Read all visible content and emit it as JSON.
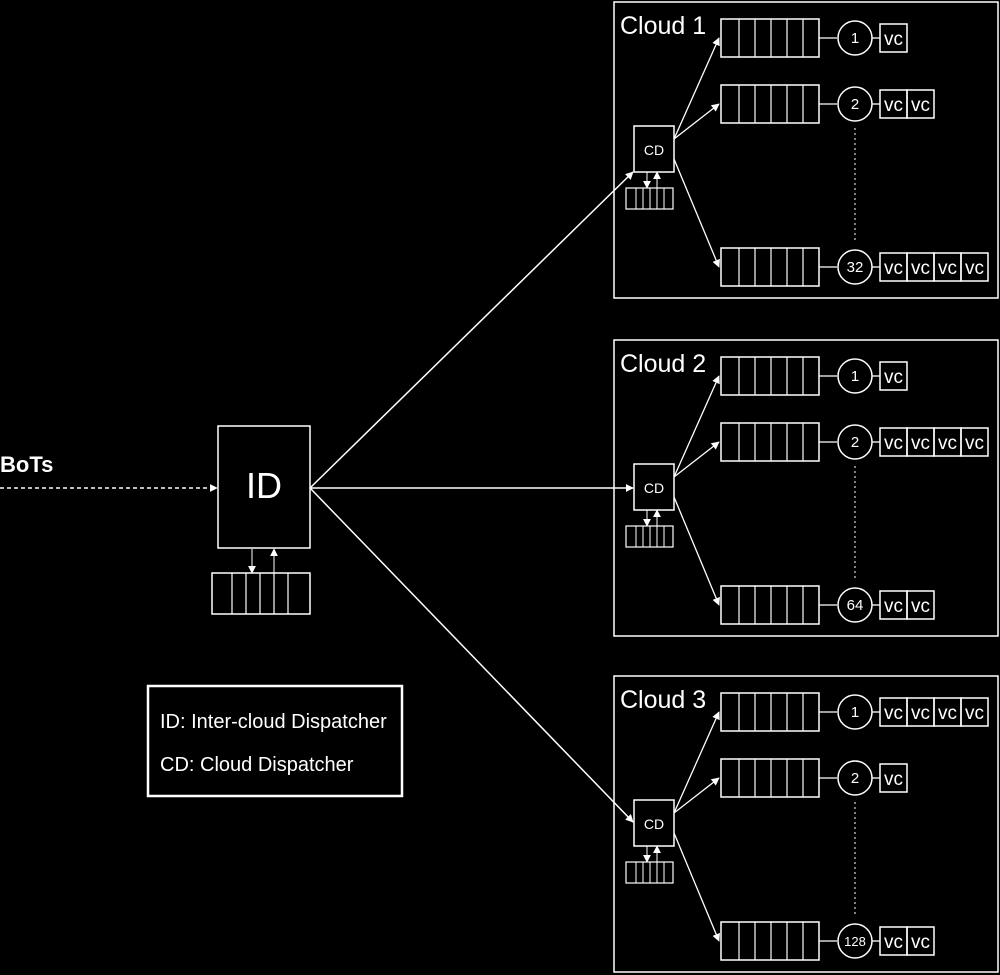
{
  "input": {
    "label": "BoTs"
  },
  "id_box": {
    "label": "ID"
  },
  "legend": {
    "line1": "ID: Inter-cloud Dispatcher",
    "line2": "CD: Cloud Dispatcher"
  },
  "dispatcher_label": "CD",
  "vc_label": "vc",
  "clouds": [
    {
      "title": "Cloud 1",
      "servers": [
        {
          "id": "1",
          "vcs": 1
        },
        {
          "id": "2",
          "vcs": 2
        },
        {
          "id": "32",
          "vcs": 4
        }
      ]
    },
    {
      "title": "Cloud 2",
      "servers": [
        {
          "id": "1",
          "vcs": 1
        },
        {
          "id": "2",
          "vcs": 4
        },
        {
          "id": "64",
          "vcs": 2
        }
      ]
    },
    {
      "title": "Cloud 3",
      "servers": [
        {
          "id": "1",
          "vcs": 4
        },
        {
          "id": "2",
          "vcs": 1
        },
        {
          "id": "128",
          "vcs": 2
        }
      ]
    }
  ]
}
